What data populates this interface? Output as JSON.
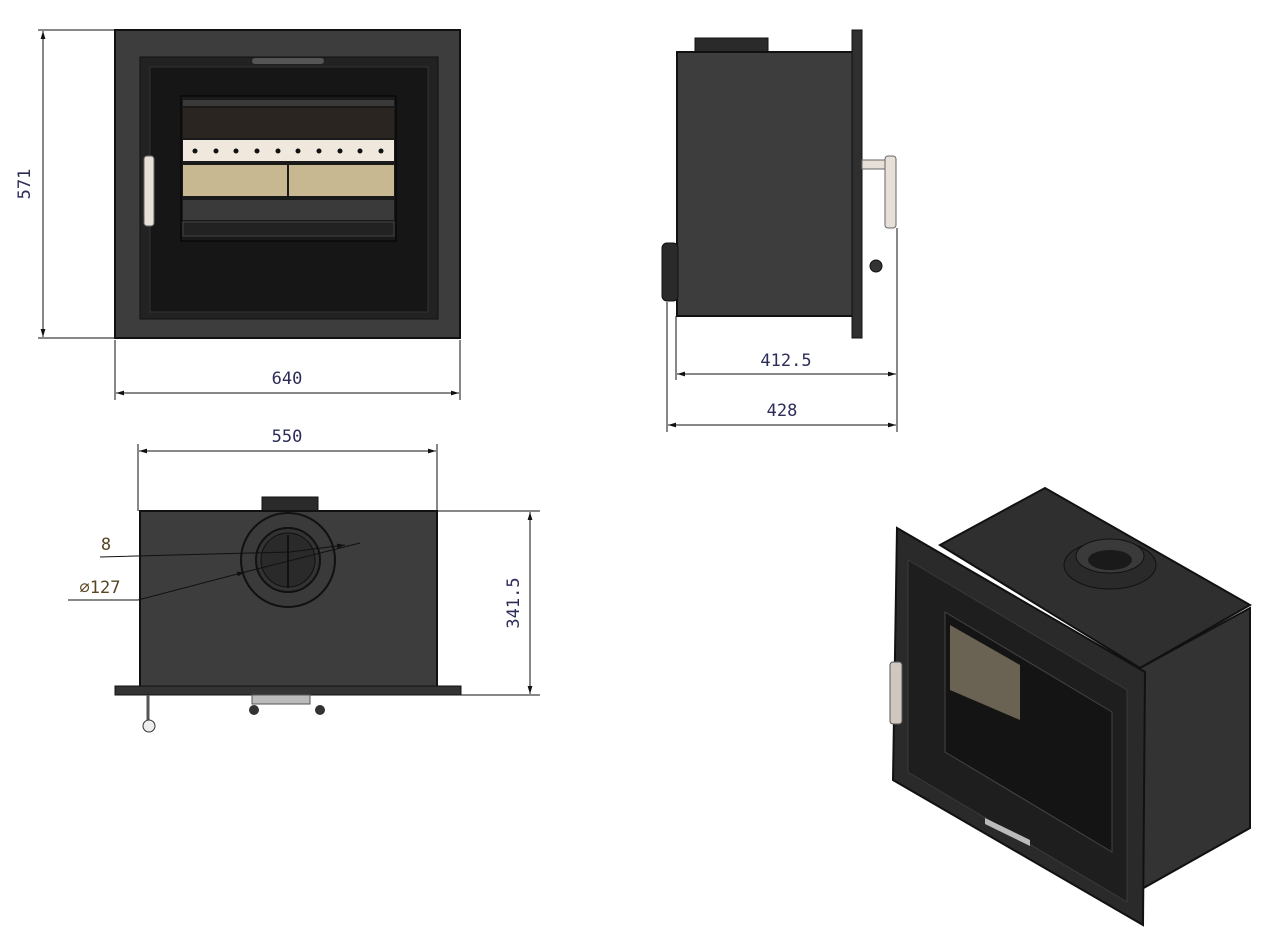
{
  "dimensions": {
    "front_height": "571",
    "front_width": "640",
    "top_width": "550",
    "top_depth": "341.5",
    "side_depth_body": "412.5",
    "side_depth_total": "428",
    "flue_wall": "8",
    "flue_diameter": "∅127"
  },
  "colors": {
    "body": "#3d3d3d",
    "dark": "#1a1a1a",
    "brick": "#c8b892",
    "baffle": "#f0e8dc"
  }
}
